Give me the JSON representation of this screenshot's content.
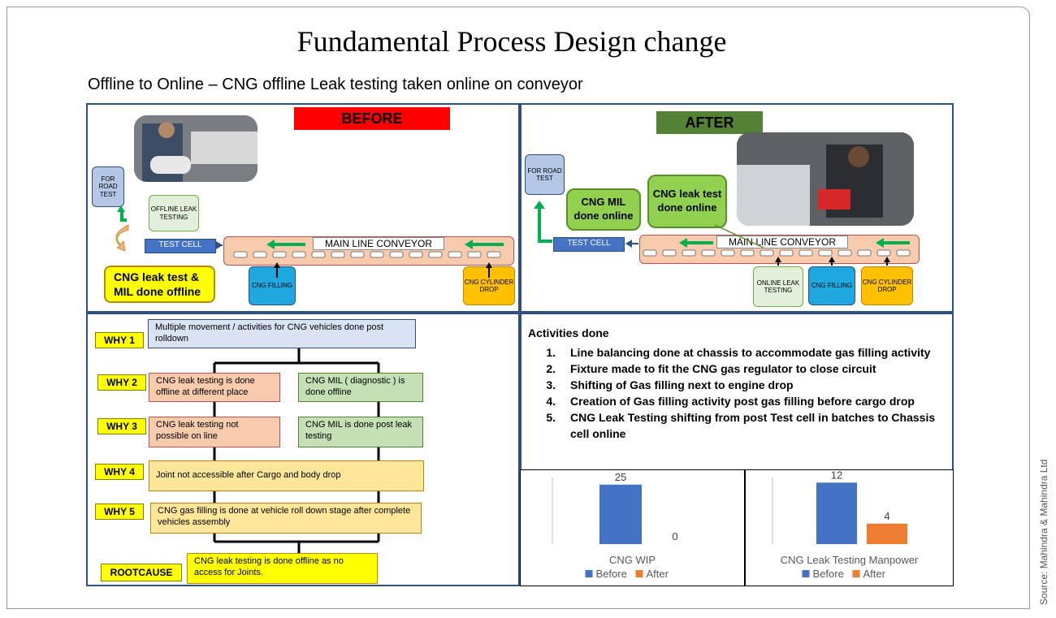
{
  "title": "Fundamental Process Design change",
  "subtitle": "Offline to Online – CNG offline Leak testing  taken online on conveyor",
  "source": "Source: Mahindra & Mahindra Ltd",
  "before": {
    "banner": "BEFORE",
    "road_test": "FOR ROAD TEST",
    "offline_leak": "OFFLINE LEAK TESTING",
    "test_cell": "TEST CELL",
    "conveyor": "MAIN LINE CONVEYOR",
    "cng_filling": "CNG FILLING",
    "cylinder_drop": "CNG CYLINDER DROP",
    "callout": "CNG leak test & MIL done offline"
  },
  "after": {
    "banner": "AFTER",
    "road_test": "FOR ROAD TEST",
    "mil_online": "CNG MIL done online",
    "leak_online": "CNG leak test done online",
    "test_cell": "TEST CELL",
    "conveyor": "MAIN LINE CONVEYOR",
    "online_leak": "ONLINE LEAK TESTING",
    "cng_filling": "CNG FILLING",
    "cylinder_drop": "CNG CYLINDER DROP"
  },
  "why": {
    "why1": "WHY 1",
    "why1_text": "Multiple movement / activities  for CNG vehicles done post rolldown",
    "why2": "WHY 2",
    "why2_left": "CNG leak testing is done offline at different place",
    "why2_right": "CNG MIL ( diagnostic ) is done offline",
    "why3": "WHY 3",
    "why3_left": "CNG leak testing not possible on line",
    "why3_right": "CNG MIL is done post leak testing",
    "why4": "WHY 4",
    "why4_text": "Joint not accessible after Cargo and body drop",
    "why5": "WHY 5",
    "why5_text": "CNG gas filling is done at vehicle roll down stage after complete vehicles assembly",
    "rootcause": "ROOTCAUSE",
    "rootcause_text": "CNG leak testing is done offline as no access for Joints."
  },
  "activities": {
    "heading": "Activities done",
    "items": [
      "Line balancing done at chassis to accommodate gas filling activity",
      "Fixture made to fit the CNG gas regulator to close circuit",
      "Shifting of Gas filling next to engine drop",
      "Creation of Gas filling activity post gas filling before cargo drop",
      "CNG Leak Testing shifting from post Test cell in batches to Chassis cell online"
    ]
  },
  "colors": {
    "before": "#4472c4",
    "after": "#ed7d31",
    "before_banner": "#ff0000",
    "after_banner": "#548235"
  },
  "chart_data": [
    {
      "type": "bar",
      "title": "",
      "xlabel": "CNG WIP",
      "categories": [
        ""
      ],
      "series": [
        {
          "name": "Before",
          "values": [
            25
          ]
        },
        {
          "name": "After",
          "values": [
            0
          ]
        }
      ],
      "ylim": [
        0,
        28
      ],
      "legend": "bottom"
    },
    {
      "type": "bar",
      "title": "",
      "xlabel": "CNG Leak Testing Manpower",
      "categories": [
        ""
      ],
      "series": [
        {
          "name": "Before",
          "values": [
            12
          ]
        },
        {
          "name": "After",
          "values": [
            4
          ]
        }
      ],
      "ylim": [
        0,
        13
      ],
      "legend": "bottom"
    }
  ]
}
